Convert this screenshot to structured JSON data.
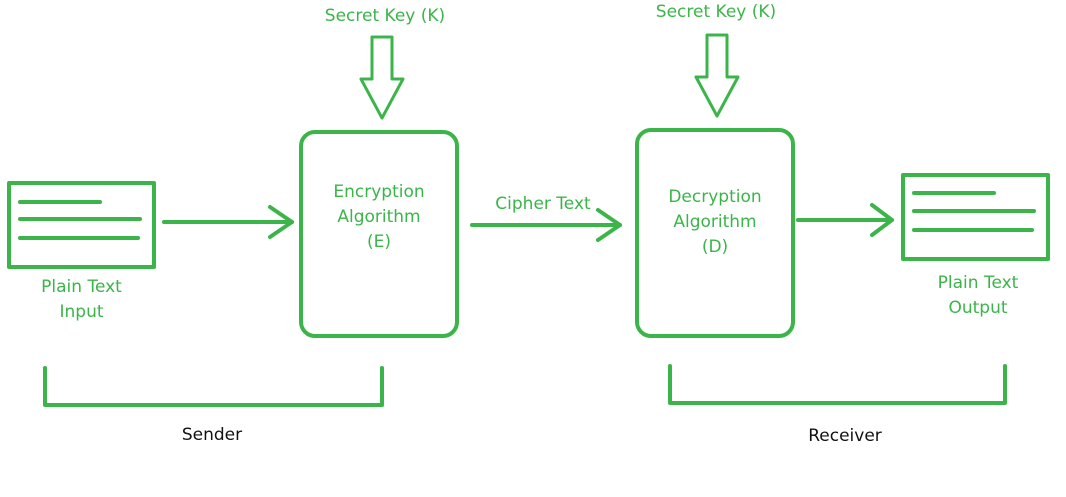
{
  "colors": {
    "accent": "#3bb54a",
    "text_dark": "#111111"
  },
  "sender": {
    "key_label": "Secret Key (K)",
    "input": {
      "line1": "Plain Text",
      "line2": "Input"
    },
    "algorithm": {
      "line1": "Encryption",
      "line2": "Algorithm",
      "line3": "(E)"
    },
    "group_label": "Sender"
  },
  "channel": {
    "label": "Cipher Text"
  },
  "receiver": {
    "key_label": "Secret Key (K)",
    "algorithm": {
      "line1": "Decryption",
      "line2": "Algorithm",
      "line3": "(D)"
    },
    "output": {
      "line1": "Plain Text",
      "line2": "Output"
    },
    "group_label": "Receiver"
  }
}
